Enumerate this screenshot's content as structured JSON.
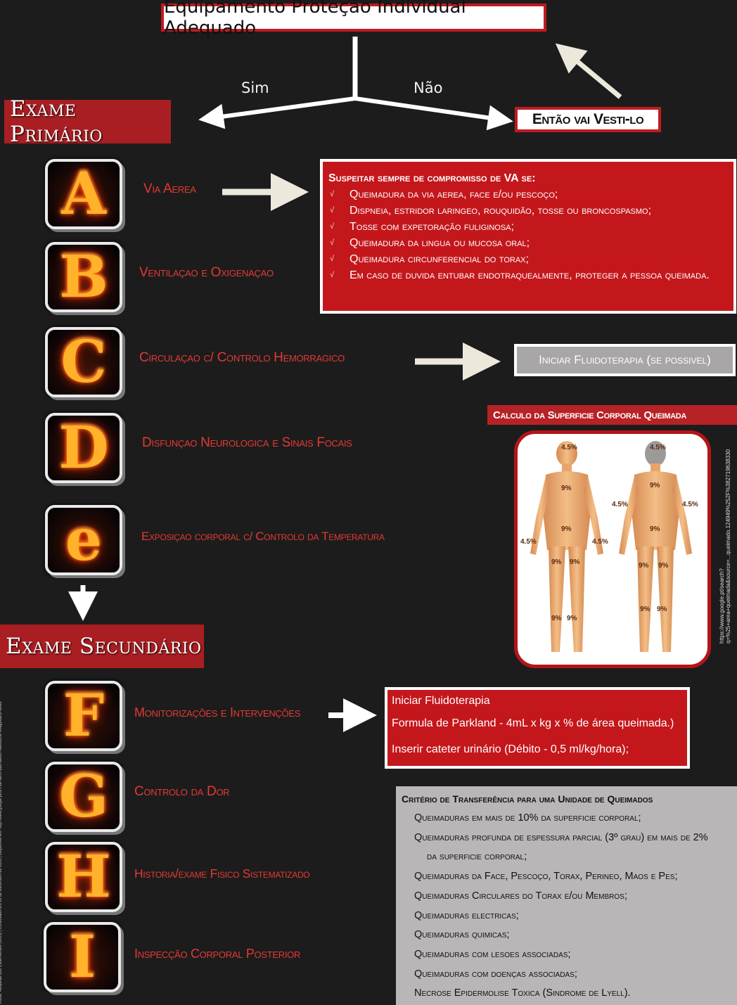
{
  "title": "Equipamento Proteção Individual Adequado",
  "branch_yes": "Sim",
  "branch_no": "Não",
  "exam_primary": "Exame Primário",
  "exam_secondary": "Exame Secundário",
  "no_action": "Então vai Vesti-lo",
  "steps": [
    {
      "letter": "A",
      "label": "Via Aerea"
    },
    {
      "letter": "B",
      "label": "Ventilaçao e Oxigenaçao"
    },
    {
      "letter": "C",
      "label": "Circulaçao c/ Controlo Hemorragico"
    },
    {
      "letter": "D",
      "label": "Disfunçao Neurologica e Sinais Focais"
    },
    {
      "letter": "e",
      "label": "Exposiçao corporal c/ Controlo da Temperatura"
    },
    {
      "letter": "F",
      "label": "Monitorizações e Intervenções"
    },
    {
      "letter": "G",
      "label": "Controlo da Dor"
    },
    {
      "letter": "H",
      "label": "Historia/exame Fisico Sistematizado"
    },
    {
      "letter": "I",
      "label": "Inspecção Corporal Posterior"
    }
  ],
  "va_box": {
    "header": "Suspeitar sempre de compromisso de VA se:",
    "check_glyph": "√",
    "items": [
      "Queimadura da via aerea, face e/ou pescoço;",
      "Dispneia, estridor laringeo, rouquidão, tosse ou broncospasmo;",
      "Tosse com expetoração fuliginosa;",
      "Queimadura da lingua ou mucosa oral;",
      "Queimadura circunferencial do torax;",
      "Em caso de duvida entubar endotraquealmente, proteger a pessoa queimada."
    ]
  },
  "fluid_c": "Iniciar Fluidoterapia (se possivel)",
  "calc_title": "Calculo da Superficie Corporal Queimada",
  "body_labels": {
    "head": "4.5%",
    "chest": "9%",
    "back": "9%",
    "arm": "4.5%",
    "abdomen": "9%",
    "lower_back": "9%",
    "thigh": "9%",
    "leg": "9%"
  },
  "source_url": "https://www.google.pt/search?q=%25+area+queimada&source=...queimado.124949%252F%382719638330",
  "left_credits": "Fonte: Hospitais dos Cisternenses (2015) | Consultado em 28 de Dezembro de 2016 | Disponível em: http://www.google.pt/url?sa=i&rct=j&q=&esrc=s&source=images&cd=&ved",
  "fluid_f": [
    "Iniciar Fluidoterapia",
    "Formula de Parkland - 4mL x kg x % de área queimada.)",
    "Inserir cateter urinário (Débito - 0,5 ml/kg/hora);"
  ],
  "transfer": {
    "header": "Critério de Transferência para uma Unidade de Queimados",
    "rows": [
      "Queimaduras em mais de 10% da superficie corporal;",
      "Queimaduras profunda de espessura parcial (3º grau) em mais de 2%",
      "da superficie corporal;",
      "Queimaduras da Face, Pescoço, Torax, Perineo, Maos e Pes;",
      "Queimaduras Circulares do Torax e/ou Membros;",
      "Queimaduras electricas;",
      "Queimaduras quimicas;",
      "Queimaduras com lesoes associadas;",
      "Queimaduras com doenças associadas;",
      "Necrose Epidermolise Toxica (Sindrome de Lyell)."
    ]
  },
  "colors": {
    "accent_red": "#c4171c",
    "background": "#1d1c1c",
    "label_red": "#e03a35"
  }
}
